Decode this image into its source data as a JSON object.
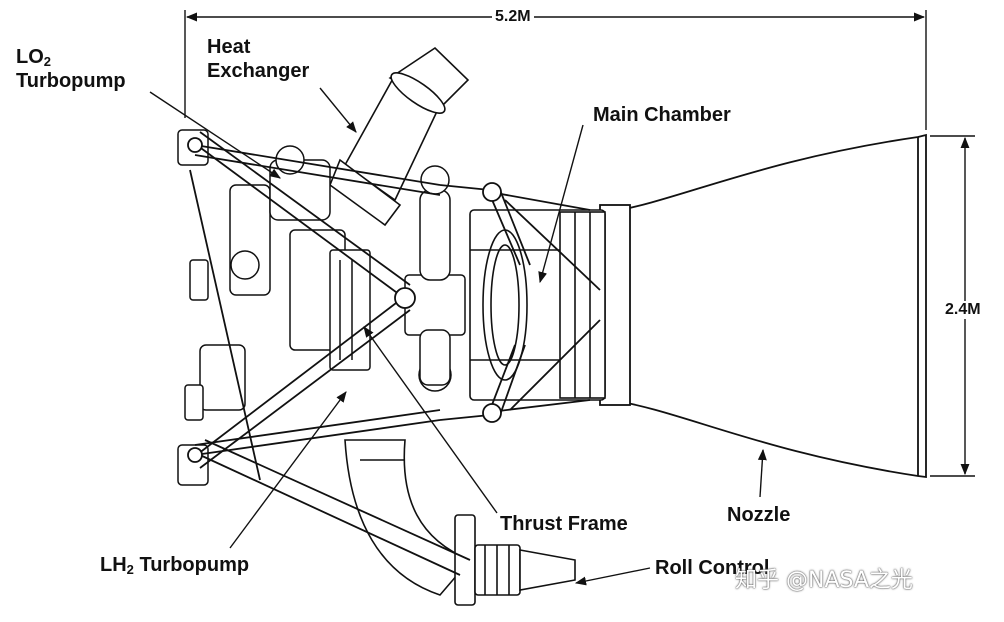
{
  "dimensions": {
    "length": "5.2M",
    "diameter": "2.4M"
  },
  "labels": {
    "lo2_prefix": "LO",
    "lo2_sub": "2",
    "lo2_suffix": "Turbopump",
    "heat_exchanger_line1": "Heat",
    "heat_exchanger_line2": "Exchanger",
    "main_chamber": "Main Chamber",
    "thrust_frame": "Thrust Frame",
    "nozzle": "Nozzle",
    "lh2_prefix": "LH",
    "lh2_sub": "2",
    "lh2_suffix": " Turbopump",
    "roll_control": "Roll Control"
  },
  "watermark": "知乎 @NASA之光",
  "colors": {
    "ink": "#111111",
    "background": "#ffffff"
  }
}
